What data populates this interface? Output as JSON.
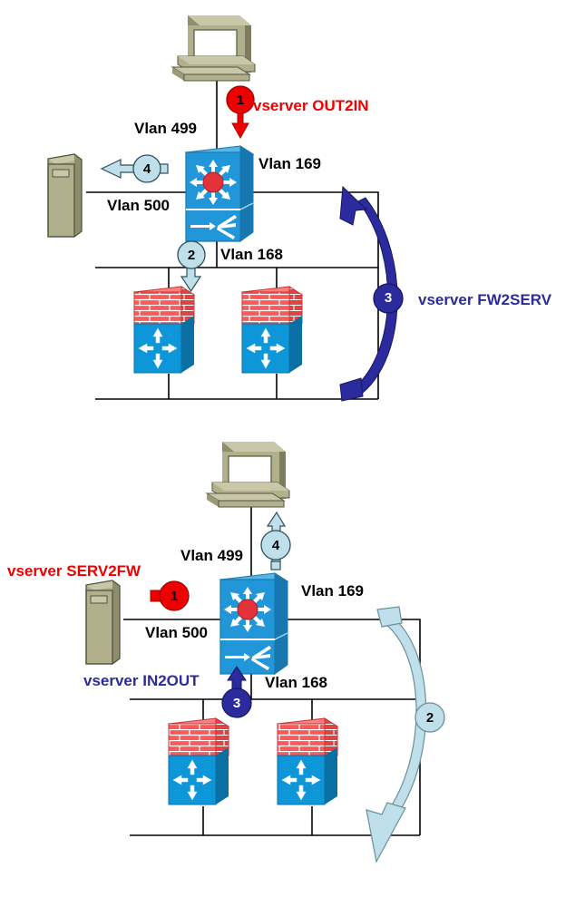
{
  "diagram": {
    "title": "Firewall load balancing traffic flow",
    "colors": {
      "switch_blue": "#2196d9",
      "switch_blue_dark": "#1877ae",
      "switch_blue_light": "#55b7e8",
      "firewall_brick": "#fb5a5a",
      "firewall_brick_dark": "#e04343",
      "firewall_body": "#0d96d8",
      "host_khaki": "#b0b08c",
      "host_khaki_dark": "#8e8e6e",
      "host_khaki_light": "#c8c8a8",
      "accent_red": "#ee0000",
      "accent_darkblue": "#2b2b9e",
      "accent_lightblue": "#bfe0ea",
      "line_black": "#000000",
      "switch_hub_red": "#e2333a"
    },
    "panels": [
      {
        "name": "outside-to-inside",
        "nodes": [
          {
            "name": "client-pc",
            "type": "pc-icon"
          },
          {
            "name": "server",
            "type": "server-icon"
          },
          {
            "name": "msfc-switch",
            "type": "switch-icon"
          },
          {
            "name": "firewall-1",
            "type": "firewall-icon"
          },
          {
            "name": "firewall-2",
            "type": "firewall-icon"
          }
        ],
        "vlan_labels": [
          {
            "name": "vlan-499-label",
            "text": "Vlan 499"
          },
          {
            "name": "vlan-169-label",
            "text": "Vlan 169"
          },
          {
            "name": "vlan-500-label",
            "text": "Vlan 500"
          },
          {
            "name": "vlan-168-label",
            "text": "Vlan 168"
          }
        ],
        "flows": [
          {
            "name": "flow-1",
            "step": "1",
            "label": "vserver OUT2IN",
            "label_color": "#ee0000",
            "arrow_color": "#ee0000",
            "direction": "down"
          },
          {
            "name": "flow-2",
            "step": "2",
            "label": "",
            "label_color": "",
            "arrow_color": "#bfe0ea",
            "direction": "down"
          },
          {
            "name": "flow-3",
            "step": "3",
            "label": "vserver FW2SERV",
            "label_color": "#2b2b9e",
            "arrow_color": "#2b2b9e",
            "direction": "up-curved"
          },
          {
            "name": "flow-4",
            "step": "4",
            "label": "",
            "label_color": "",
            "arrow_color": "#bfe0ea",
            "direction": "left"
          }
        ]
      },
      {
        "name": "inside-to-outside",
        "nodes": [
          {
            "name": "client-pc",
            "type": "pc-icon"
          },
          {
            "name": "server",
            "type": "server-icon"
          },
          {
            "name": "msfc-switch",
            "type": "switch-icon"
          },
          {
            "name": "firewall-1",
            "type": "firewall-icon"
          },
          {
            "name": "firewall-2",
            "type": "firewall-icon"
          }
        ],
        "vlan_labels": [
          {
            "name": "vlan-499-label",
            "text": "Vlan 499"
          },
          {
            "name": "vlan-169-label",
            "text": "Vlan 169"
          },
          {
            "name": "vlan-500-label",
            "text": "Vlan 500"
          },
          {
            "name": "vlan-168-label",
            "text": "Vlan 168"
          }
        ],
        "flows": [
          {
            "name": "flow-1",
            "step": "1",
            "label": "vserver SERV2FW",
            "label_color": "#ee0000",
            "arrow_color": "#ee0000",
            "direction": "right"
          },
          {
            "name": "flow-2",
            "step": "2",
            "label": "",
            "label_color": "",
            "arrow_color": "#bfe0ea",
            "direction": "down-curved"
          },
          {
            "name": "flow-3",
            "step": "3",
            "label": "vserver IN2OUT",
            "label_color": "#2b2b9e",
            "arrow_color": "#2b2b9e",
            "direction": "up"
          },
          {
            "name": "flow-4",
            "step": "4",
            "label": "",
            "label_color": "",
            "arrow_color": "#bfe0ea",
            "direction": "up"
          }
        ]
      }
    ],
    "text": {
      "top_vlan_499": "Vlan 499",
      "top_vlan_169": "Vlan 169",
      "top_vlan_500": "Vlan 500",
      "top_vlan_168": "Vlan 168",
      "top_vs_out2in": "vserver OUT2IN",
      "top_vs_fw2serv": "vserver FW2SERV",
      "top_badge_1": "1",
      "top_badge_2": "2",
      "top_badge_3": "3",
      "top_badge_4": "4",
      "bot_vlan_499": "Vlan 499",
      "bot_vlan_169": "Vlan 169",
      "bot_vlan_500": "Vlan 500",
      "bot_vlan_168": "Vlan 168",
      "bot_vs_serv2fw": "vserver SERV2FW",
      "bot_vs_in2out": "vserver IN2OUT",
      "bot_badge_1": "1",
      "bot_badge_2": "2",
      "bot_badge_3": "3",
      "bot_badge_4": "4"
    }
  }
}
